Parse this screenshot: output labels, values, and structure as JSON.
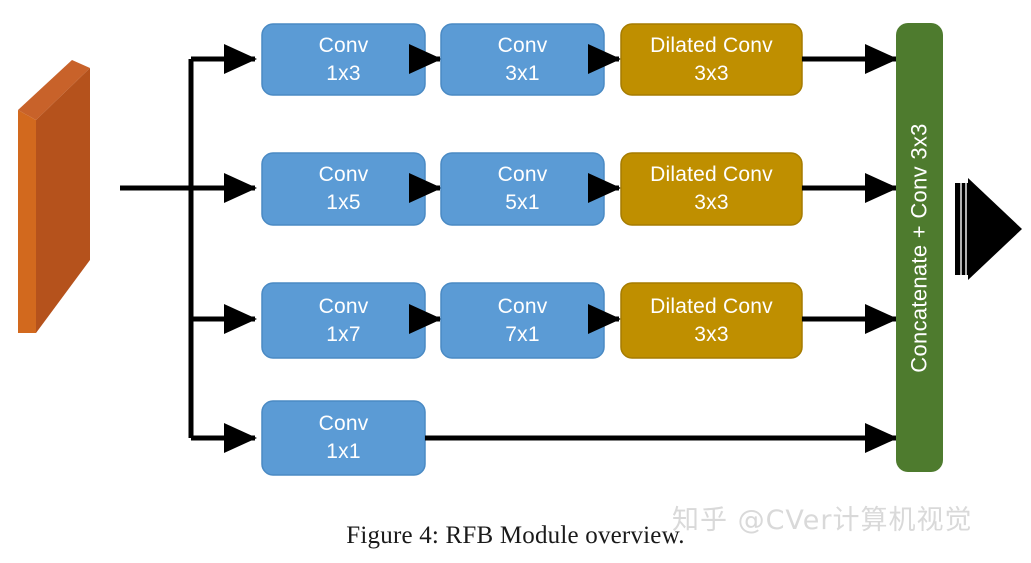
{
  "figure": {
    "caption": "Figure 4: RFB Module overview.",
    "watermark": "知乎 @CVer计算机视觉",
    "background_color": "#ffffff"
  },
  "colors": {
    "conv_fill": "#5B9BD5",
    "conv_stroke": "#4A8AC4",
    "dilated_fill": "#BF8F00",
    "dilated_stroke": "#A67C00",
    "concat_fill": "#4E7B2E",
    "concat_stroke": "#4E7B2E",
    "input_face": "#B5521C",
    "input_edge": "#D2691E",
    "input_top": "#C8622A",
    "arrow": "#000000",
    "caption_text": "#1a1a1a",
    "watermark_text": "#d9d9d9"
  },
  "input_block": {
    "name": "input-feature-map"
  },
  "output_arrow": {
    "name": "output-arrow"
  },
  "concat_block": {
    "label": "Concatenate + Conv 3x3"
  },
  "branches": [
    {
      "id": "branch-1",
      "nodes": [
        {
          "type": "conv",
          "line1": "Conv",
          "line2": "1x3"
        },
        {
          "type": "conv",
          "line1": "Conv",
          "line2": "3x1"
        },
        {
          "type": "dilated",
          "line1": "Dilated Conv",
          "line2": "3x3"
        }
      ]
    },
    {
      "id": "branch-2",
      "nodes": [
        {
          "type": "conv",
          "line1": "Conv",
          "line2": "1x5"
        },
        {
          "type": "conv",
          "line1": "Conv",
          "line2": "5x1"
        },
        {
          "type": "dilated",
          "line1": "Dilated Conv",
          "line2": "3x3"
        }
      ]
    },
    {
      "id": "branch-3",
      "nodes": [
        {
          "type": "conv",
          "line1": "Conv",
          "line2": "1x7"
        },
        {
          "type": "conv",
          "line1": "Conv",
          "line2": "7x1"
        },
        {
          "type": "dilated",
          "line1": "Dilated Conv",
          "line2": "3x3"
        }
      ]
    },
    {
      "id": "branch-4",
      "nodes": [
        {
          "type": "conv",
          "line1": "Conv",
          "line2": "1x1"
        }
      ]
    }
  ]
}
